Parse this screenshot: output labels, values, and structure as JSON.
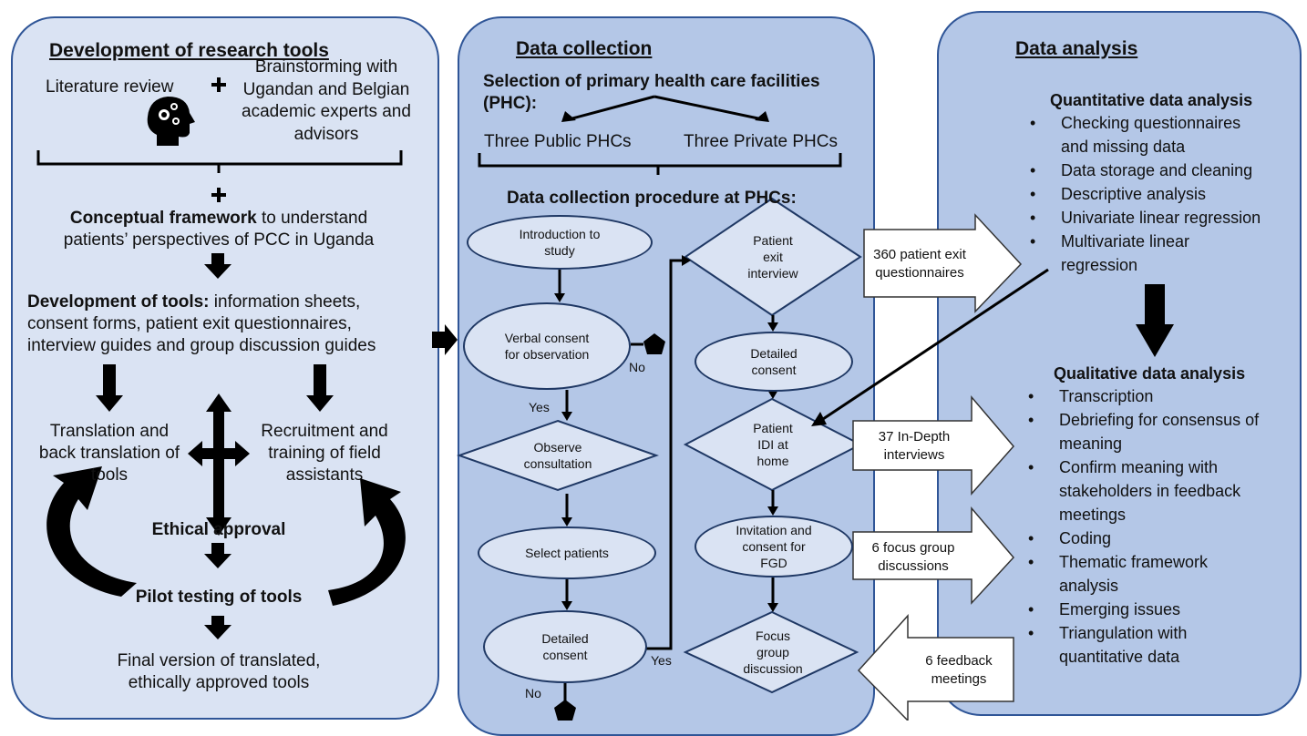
{
  "panel_tools": {
    "heading": "Development of research tools",
    "literature": "Literature review",
    "brainstorm": [
      "Brainstorming with",
      "Ugandan and Belgian",
      "academic experts and",
      "advisors"
    ],
    "conceptual_bold": "Conceptual framework",
    "conceptual_rest": " to understand",
    "conceptual_line2": "patients’ perspectives of PCC in Uganda",
    "dev_bold": "Development of tools:",
    "dev_rest": " information sheets,",
    "dev_line2": "consent forms, patient exit questionnaires,",
    "dev_line3": "interview guides and group discussion guides",
    "translation": [
      "Translation and",
      "back translation of",
      "tools"
    ],
    "recruitment": [
      "Recruitment and",
      "training of field",
      "assistants"
    ],
    "ethical": "Ethical approval",
    "pilot": "Pilot testing of tools",
    "final": [
      "Final version of translated,",
      "ethically approved tools"
    ]
  },
  "panel_collection": {
    "heading": "Data collection",
    "selection_line1": "Selection of primary health care facilities",
    "selection_line2": "(PHC):",
    "public": "Three Public PHCs",
    "private": "Three Private PHCs",
    "procedure": "Data collection procedure at PHCs:",
    "intro": [
      "Introduction to",
      "study"
    ],
    "verbal": [
      "Verbal consent",
      "for observation"
    ],
    "no_label": "No",
    "yes_label": "Yes",
    "observe": [
      "Observe",
      "consultation"
    ],
    "select": "Select patients",
    "detailed": [
      "Detailed",
      "consent"
    ],
    "exit": [
      "Patient",
      "exit",
      "interview"
    ],
    "detailed2": [
      "Detailed",
      "consent"
    ],
    "idi": [
      "Patient",
      "IDI at",
      "home"
    ],
    "invitation": [
      "Invitation and",
      "consent for",
      "FGD"
    ],
    "focus": [
      "Focus",
      "group",
      "discussion"
    ]
  },
  "arrows": {
    "exit_q": [
      "360 patient exit",
      "questionnaires"
    ],
    "indepth": [
      "37 In-Depth",
      "interviews"
    ],
    "fgd": [
      "6 focus group",
      "discussions"
    ],
    "feedback": [
      "6 feedback",
      "meetings"
    ]
  },
  "panel_analysis": {
    "heading": "Data analysis",
    "quant_title": "Quantitative data analysis",
    "quant_items": [
      [
        "Checking questionnaires",
        "and missing data"
      ],
      [
        "Data storage and cleaning"
      ],
      [
        "Descriptive analysis"
      ],
      [
        "Univariate linear regression"
      ],
      [
        "Multivariate linear",
        "regression"
      ]
    ],
    "qual_title": "Qualitative data analysis",
    "qual_items": [
      [
        "Transcription"
      ],
      [
        "Debriefing for consensus of",
        "meaning"
      ],
      [
        "Confirm meaning with",
        "stakeholders in feedback",
        "meetings"
      ],
      [
        "Coding"
      ],
      [
        "Thematic framework",
        "analysis"
      ],
      [
        "Emerging issues"
      ],
      [
        "Triangulation with",
        "quantitative data"
      ]
    ]
  },
  "colors": {
    "panel_light": "#dae3f3",
    "panel_mid": "#b4c7e7",
    "border": "#2f5597"
  }
}
